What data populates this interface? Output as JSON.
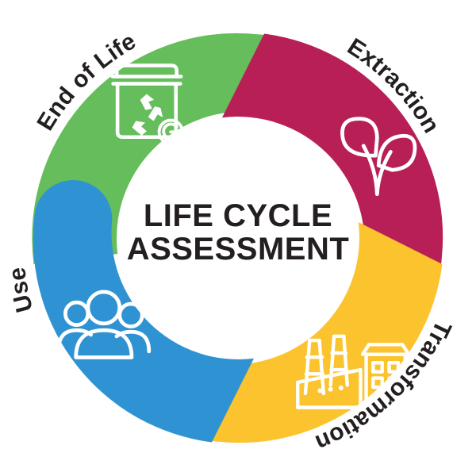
{
  "figure": {
    "title_line_1": "LIFE CYCLE",
    "title_line_2": "ASSESSMENT",
    "title_color": "#231f20",
    "background_color": "#ffffff",
    "type": "cycle-diagram",
    "segment_count": 4,
    "rotation_direction": "clockwise"
  },
  "segments": [
    {
      "id": "extraction",
      "label": "Extraction",
      "color": "#b81f56",
      "icon": "sprout-icon",
      "icon_color": "#ffffff",
      "position": "top-right",
      "order": 1,
      "start_angle_deg": -62,
      "end_angle_deg": 28
    },
    {
      "id": "transformation",
      "label": "Transformation",
      "color": "#fbc32e",
      "icon": "factory-icon",
      "icon_color": "#ffffff",
      "position": "bottom-right",
      "order": 2,
      "start_angle_deg": 28,
      "end_angle_deg": 118
    },
    {
      "id": "use",
      "label": "Use",
      "color": "#2f93d3",
      "icon": "people-group-icon",
      "icon_color": "#ffffff",
      "position": "bottom-left",
      "order": 3,
      "start_angle_deg": 118,
      "end_angle_deg": 208
    },
    {
      "id": "end-of-life",
      "label": "End of Life",
      "color": "#66bd5c",
      "icon": "recycle-bin-icon",
      "icon_color": "#ffffff",
      "position": "top-left",
      "order": 4,
      "start_angle_deg": 208,
      "end_angle_deg": 298
    }
  ],
  "chart_data": {
    "type": "pie",
    "title": "LIFE CYCLE ASSESSMENT",
    "categories": [
      "Extraction",
      "Transformation",
      "Use",
      "End of Life"
    ],
    "values": [
      25,
      25,
      25,
      25
    ],
    "colors": [
      "#b81f56",
      "#fbc32e",
      "#2f93d3",
      "#66bd5c"
    ],
    "legend": "none",
    "grid": false,
    "notes": "Four equal donut segments forming a continuous clockwise cycle"
  }
}
